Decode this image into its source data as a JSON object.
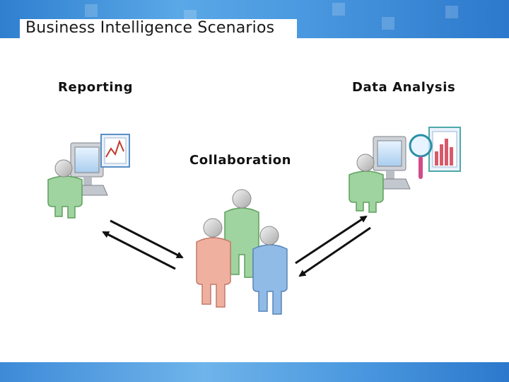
{
  "slide": {
    "title": "Business Intelligence Scenarios"
  },
  "diagram": {
    "labels": {
      "reporting": "Reporting",
      "data_analysis": "Data Analysis",
      "collaboration": "Collaboration"
    },
    "colors": {
      "green_person": "#9fd39f",
      "pink_person": "#f0b0a0",
      "blue_person": "#8fbbe6",
      "head": "#cfcfcf",
      "band_blue": "#3a86d6",
      "arrow": "#111111"
    }
  }
}
